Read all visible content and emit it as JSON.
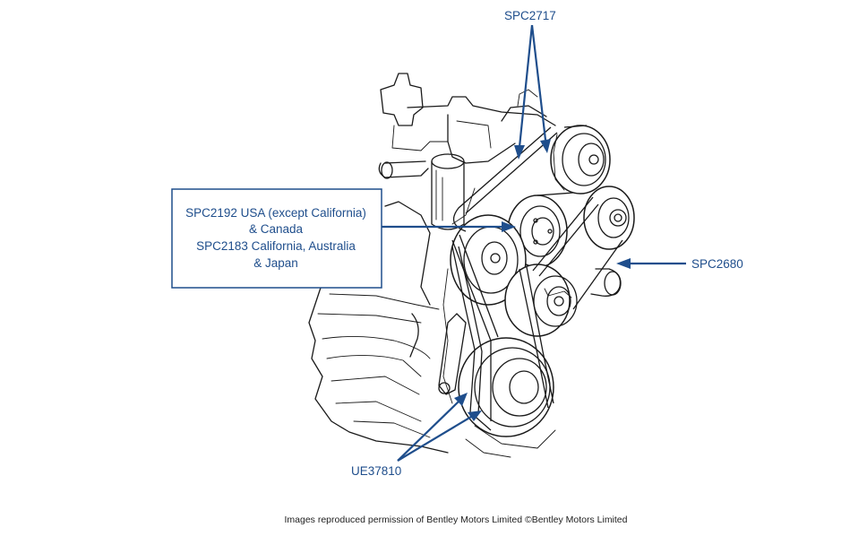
{
  "labels": {
    "top_belt": "SPC2717",
    "right_belt": "SPC2680",
    "bottom_belt": "UE37810",
    "callout_line1": "SPC2192 USA (except California)",
    "callout_line2": "& Canada",
    "callout_line3": "SPC2183 California, Australia",
    "callout_line4": "& Japan"
  },
  "credit": "Images reproduced permission of Bentley Motors Limited ©Bentley Motors Limited",
  "colors": {
    "label_blue": "#1f4e8c",
    "drawing_black": "#1a1a1a",
    "background": "#ffffff"
  }
}
